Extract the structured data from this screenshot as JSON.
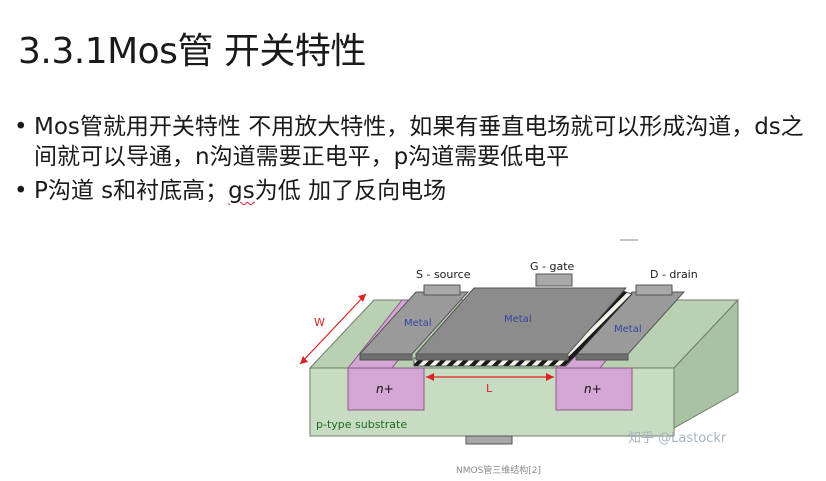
{
  "slide": {
    "title": "3.3.1Mos管 开关特性",
    "bullets": [
      {
        "text": "Mos管就用开关特性 不用放大特性，如果有垂直电场就可以形成沟道，ds之间就可以导通，n沟道需要正电平，p沟道需要低电平"
      },
      {
        "pre": "P沟道 s和衬底高；",
        "marked": "gs",
        "post": "为低 加了反向电场"
      }
    ]
  },
  "figure": {
    "source_label": "S - source",
    "gate_label": "G - gate",
    "drain_label": "D - drain",
    "metal_left": "Metal",
    "metal_center": "Metal",
    "metal_right": "Metal",
    "nplus_left": "n+",
    "nplus_right": "n+",
    "width_label": "W",
    "length_label": "L",
    "substrate_label": "p-type substrate",
    "watermark": "知乎 @Lastockr",
    "caption": "NMOS管三维结构[2]",
    "colors": {
      "substrate": "#c8dcc3",
      "nplus": "#d3a6d3",
      "metal": "#8a8a8a",
      "dimension": "#dd2222"
    }
  }
}
